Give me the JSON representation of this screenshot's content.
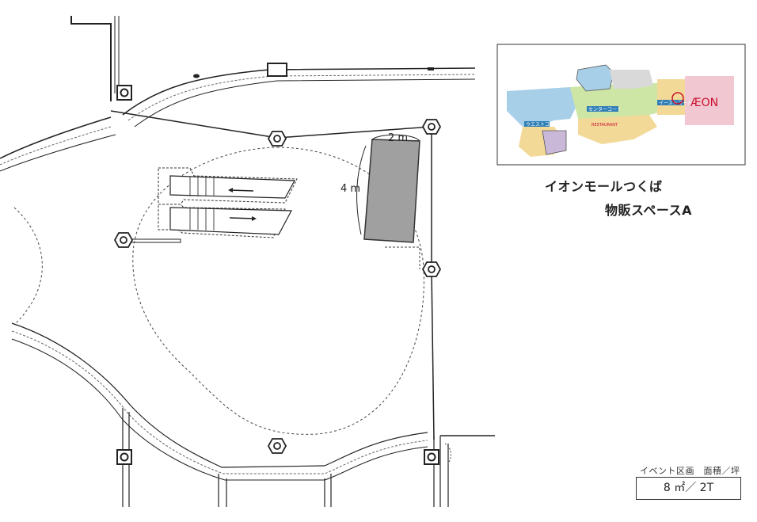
{
  "title": {
    "line1": "イオンモールつくば",
    "line2": "物販スペースA"
  },
  "dimensions": {
    "width": "2 m",
    "depth": "4 m"
  },
  "area": {
    "label": "イベント区画　面積／坪",
    "value": "8 ㎡／ 2T"
  },
  "key_map": {
    "west_court": "ウエストコート",
    "center_court": "センターコート",
    "east_court": "イーストコート",
    "restaurant": "RESTAURANT",
    "brand": "ÆON"
  },
  "colors": {
    "booth": "#a0a0a0",
    "line": "#222222",
    "map_blue": "#a8cfe8",
    "map_yellow": "#f3d998",
    "map_green": "#cde6a6",
    "map_pink": "#f1c8d2",
    "map_gray": "#d9d9d9",
    "aeon_red": "#c8102e"
  }
}
